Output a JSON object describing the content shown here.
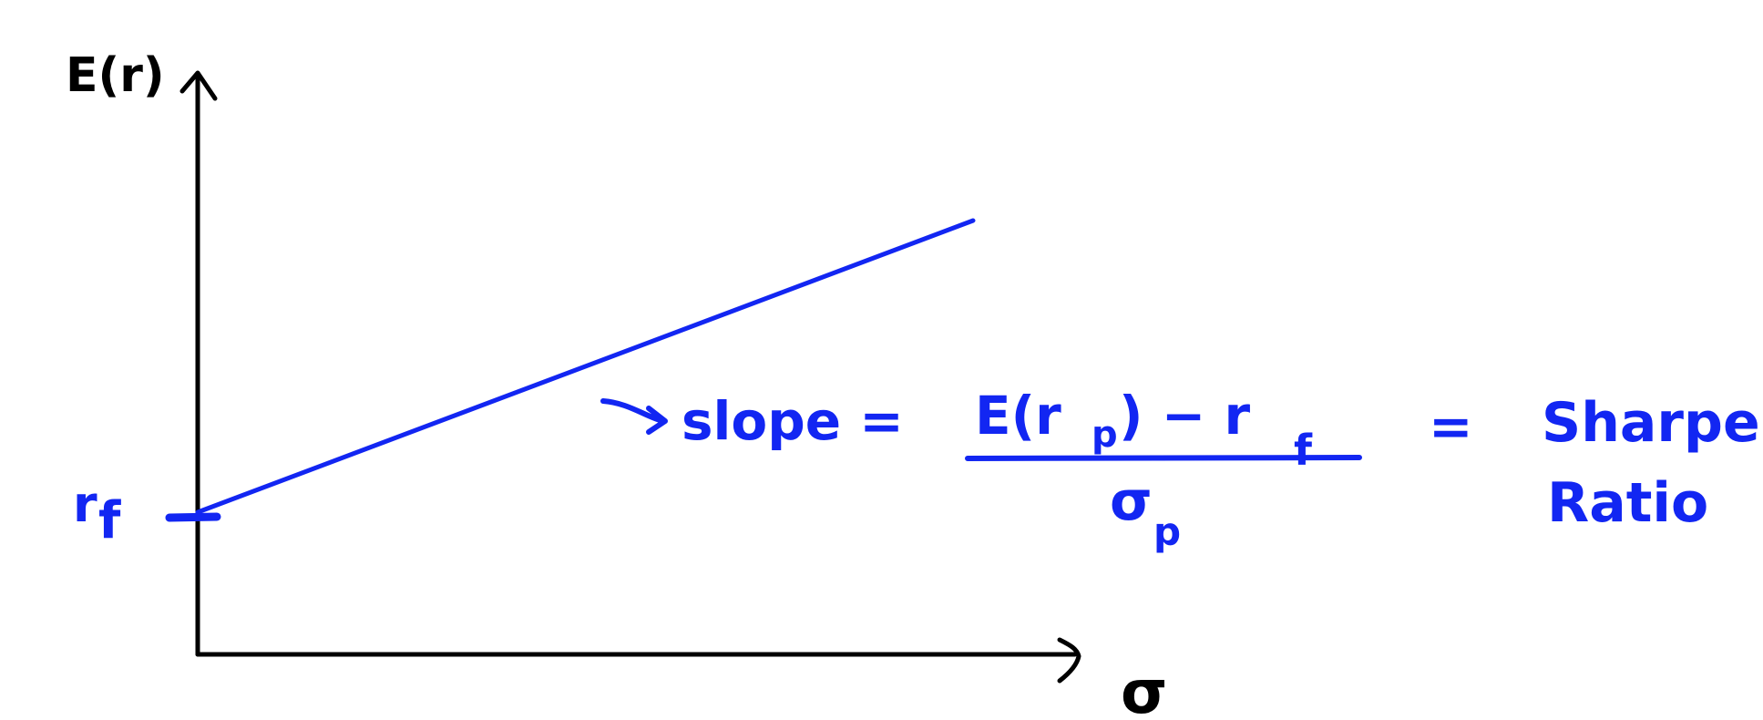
{
  "diagram": {
    "y_axis_label": "E(r)",
    "x_axis_label": "σ",
    "intercept_label": "r",
    "intercept_subscript": "f",
    "annotation": {
      "prefix": "slope =",
      "numerator": "E(r",
      "numerator_subscript": "p",
      "numerator_rest": ") − r",
      "numerator_rest_subscript": "f",
      "denominator": "σ",
      "denominator_subscript": "p",
      "equals": "=",
      "result_line1": "Sharpe",
      "result_line2": "Ratio"
    },
    "colors": {
      "axes": "#000000",
      "line": "#1226f2",
      "annotation": "#1226f2",
      "background": "#ffffff"
    }
  }
}
